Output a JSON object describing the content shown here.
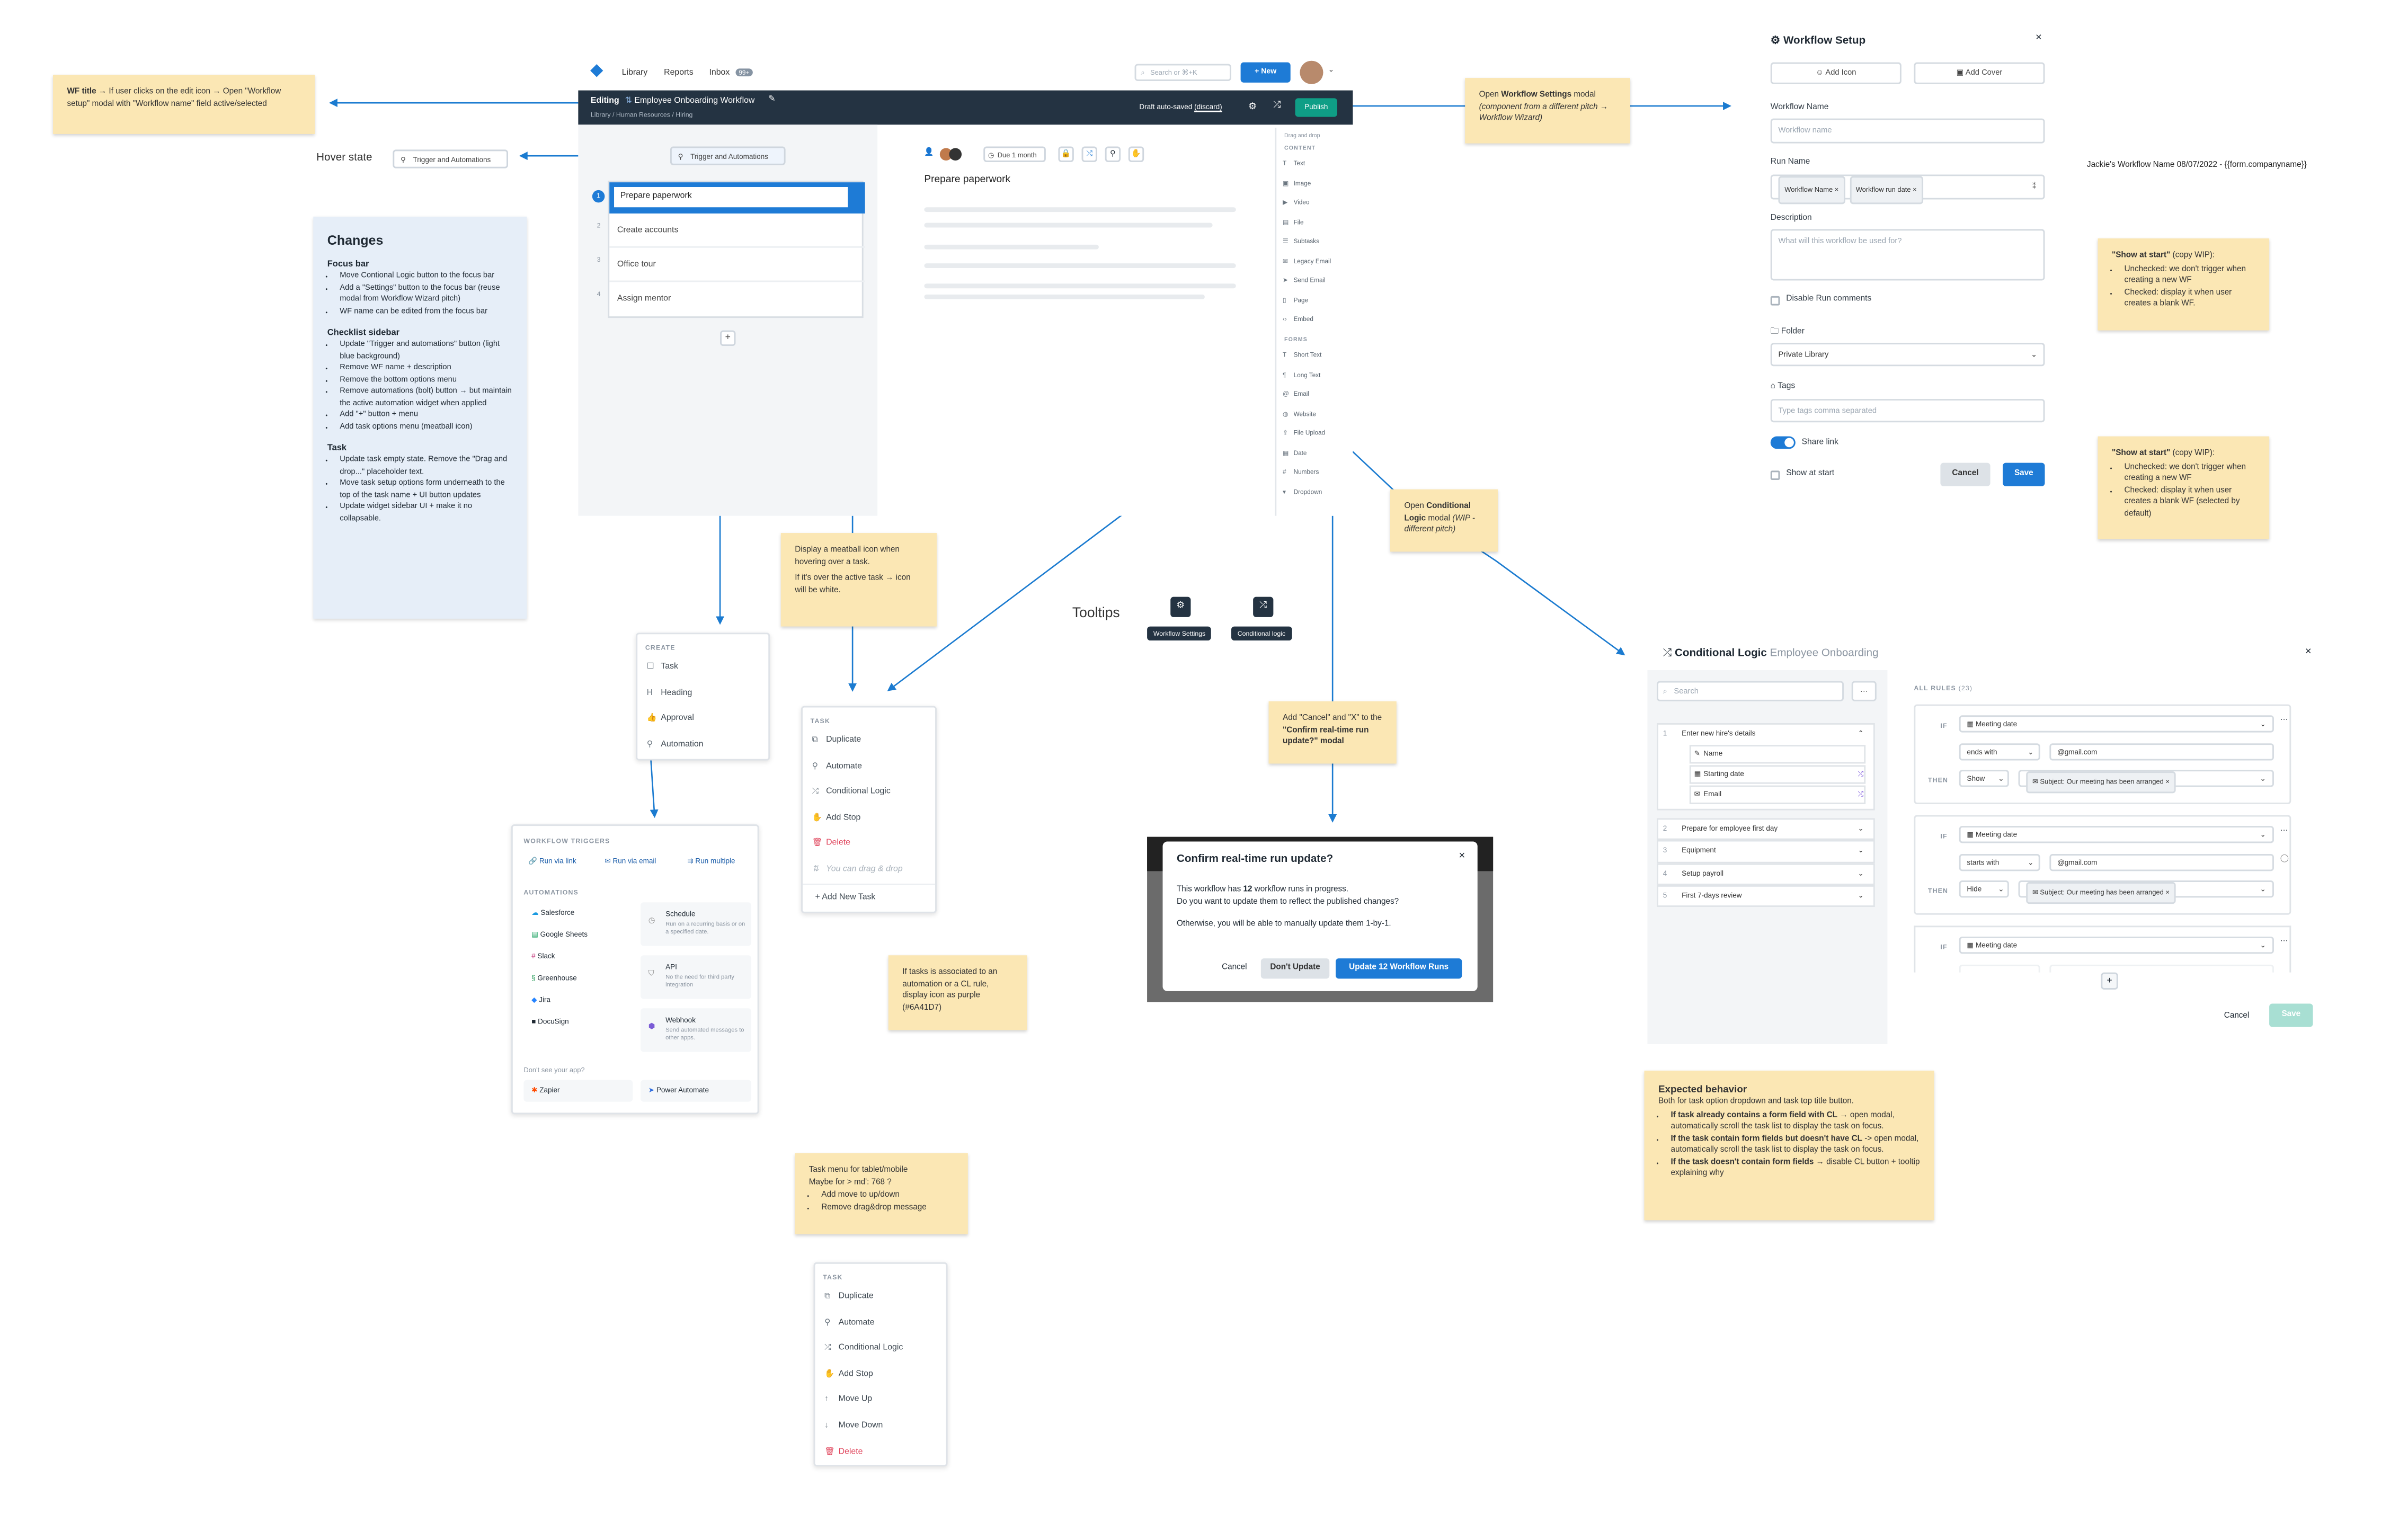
{
  "colors": {
    "accent": "#1e7bd6",
    "note": "#fbe7b4",
    "changes_bg": "#e6eef8",
    "dark_bar": "#243342",
    "publish": "#0f9e86",
    "delete": "#e0455c",
    "purple_cl": "#6A41D7"
  },
  "notes": {
    "wf_title": {
      "bold": "WF title",
      "text": " → If user clicks on the edit icon → Open \"Workflow setup\" modal with \"Workflow name\" field active/selected"
    },
    "open_settings": {
      "pre": "Open ",
      "bold": "Workflow Settings",
      "mid": " modal ",
      "ital": "(component from a different pitch → Workflow Wizard)"
    },
    "meatball": {
      "p1": "Display a meatball icon when hovering over a task.",
      "p2": "If it's over the active task → icon will be white."
    },
    "open_cl": {
      "pre": "Open ",
      "bold": "Conditional Logic",
      "mid": " modal ",
      "ital": "(WIP - different pitch)"
    },
    "cancel_x": {
      "pre": "Add \"Cancel\" and \"X\" to the ",
      "bold": "\"Confirm real-time run update?\" modal"
    },
    "purple": {
      "text": "If tasks is associated to an automation or a CL rule, display icon as purple (#6A41D7)"
    },
    "tablet": {
      "l1": "Task menu for tablet/mobile",
      "l2": "Maybe for > md': 768 ?",
      "items": [
        "Add move to up/down",
        "Remove drag&drop message"
      ]
    },
    "show_start_1": {
      "bold": "\"Show at start\"",
      "rest": " (copy WIP):",
      "items": [
        "Unchecked: we don't trigger when creating a new WF",
        "Checked: display it when user creates a blank WF."
      ]
    },
    "show_start_2": {
      "bold": "\"Show at start\"",
      "rest": " (copy WIP):",
      "items": [
        "Unchecked: we don't trigger when creating a new WF",
        "Checked: display it when user creates a blank WF (selected by default)"
      ]
    },
    "expected": {
      "title": "Expected behavior",
      "sub": "Both for task option dropdown and task top title button.",
      "items": [
        {
          "b": "If task already contains a form field with CL",
          "r": " → open modal, automatically scroll the task list to display the task on focus."
        },
        {
          "b": "If the task contain form fields but doesn't have CL",
          "r": " -> open modal, automatically scroll the task list to display the task on focus."
        },
        {
          "b": "If the task doesn't contain form fields",
          "r": " → disable CL button + tooltip explaining why"
        }
      ]
    }
  },
  "changes": {
    "title": "Changes",
    "sections": [
      {
        "h": "Focus bar",
        "items": [
          "Move Contional Logic button to the focus bar",
          "Add a \"Settings\" button to the focus bar (reuse modal from Workflow Wizard pitch)",
          "WF name can be edited from the focus bar"
        ]
      },
      {
        "h": "Checklist sidebar",
        "items": [
          "Update \"Trigger and automations\" button (light blue background)",
          "Remove WF name + description",
          "Remove the bottom options menu",
          "Remove automations (bolt) button → but maintain the active automation widget when applied",
          "Add \"+\" button + menu",
          "Add task options menu (meatball icon)"
        ]
      },
      {
        "h": "Task",
        "items": [
          "Update task empty state. Remove the \"Drag and drop...\" placeholder text.",
          "Move task setup options form underneath to the top of the task name + UI button updates",
          "Update widget sidebar UI + make it no collapsable."
        ]
      }
    ]
  },
  "hover_state": {
    "label": "Hover state",
    "button": "Trigger and Automations"
  },
  "tooltips": {
    "label": "Tooltips",
    "items": [
      "Workflow Settings",
      "Conditional logic"
    ]
  },
  "editor": {
    "nav": {
      "library": "Library",
      "reports": "Reports",
      "inbox": "Inbox",
      "inbox_count": "99+",
      "search": "Search or ⌘+K",
      "new": "+ New"
    },
    "bar": {
      "editing": "Editing",
      "title": "Employee Onboarding Workflow",
      "crumbs": [
        "Library",
        "Human Resources",
        "Hiring"
      ],
      "draft": "Draft auto-saved",
      "discard": "(discard)",
      "publish": "Publish"
    },
    "trigger_btn": "Trigger and Automations",
    "tasks": [
      {
        "n": "1",
        "name": "Prepare paperwork"
      },
      {
        "n": "2",
        "name": "Create accounts"
      },
      {
        "n": "3",
        "name": "Office tour"
      },
      {
        "n": "4",
        "name": "Assign mentor"
      }
    ],
    "task_title": "Prepare paperwork",
    "due": "Due 1 month",
    "widgets": {
      "h1": "Drag and drop",
      "content": "CONTENT",
      "content_items": [
        "Text",
        "Image",
        "Video",
        "File",
        "Subtasks",
        "Legacy Email",
        "Send Email",
        "Page",
        "Embed"
      ],
      "forms": "FORMS",
      "form_items": [
        "Short Text",
        "Long Text",
        "Email",
        "Website",
        "File Upload",
        "Date",
        "Numbers",
        "Dropdown"
      ]
    }
  },
  "create_menu": {
    "header": "CREATE",
    "items": [
      {
        "icon": "☐",
        "label": "Task"
      },
      {
        "icon": "H",
        "label": "Heading"
      },
      {
        "icon": "👍",
        "label": "Approval"
      },
      {
        "icon": "⚲",
        "label": "Automation"
      }
    ]
  },
  "task_menu": {
    "header": "TASK",
    "items": [
      {
        "icon": "⧉",
        "label": "Duplicate"
      },
      {
        "icon": "⚲",
        "label": "Automate"
      },
      {
        "icon": "⤮",
        "label": "Conditional Logic"
      },
      {
        "icon": "✋",
        "label": "Add Stop"
      },
      {
        "icon": "🗑",
        "label": "Delete"
      },
      {
        "icon": "⇅",
        "label": "You can drag & drop"
      }
    ],
    "add": "+ Add New Task"
  },
  "task_menu_mobile": {
    "header": "TASK",
    "items": [
      {
        "icon": "⧉",
        "label": "Duplicate"
      },
      {
        "icon": "⚲",
        "label": "Automate"
      },
      {
        "icon": "⤮",
        "label": "Conditional Logic"
      },
      {
        "icon": "✋",
        "label": "Add Stop"
      },
      {
        "icon": "↑",
        "label": "Move Up"
      },
      {
        "icon": "↓",
        "label": "Move Down"
      },
      {
        "icon": "🗑",
        "label": "Delete"
      }
    ]
  },
  "triggers": {
    "header": "WORKFLOW TRIGGERS",
    "run": [
      "Run via link",
      "Run via email",
      "Run multiple"
    ],
    "auto_header": "AUTOMATIONS",
    "apps": [
      "Salesforce",
      "Google Sheets",
      "Slack",
      "Greenhouse",
      "Jira",
      "DocuSign"
    ],
    "cards": [
      {
        "t": "Schedule",
        "d": "Run on a recurring basis or on a specified date."
      },
      {
        "t": "API",
        "d": "No the need for third party integration"
      },
      {
        "t": "Webhook",
        "d": "Send automated messages to other apps."
      }
    ],
    "see": "Don't see your app?",
    "zapier": "Zapier",
    "power": "Power Automate"
  },
  "setup": {
    "title": "Workflow Setup",
    "add_icon": "Add Icon",
    "add_cover": "Add Cover",
    "wf_name": "Workflow Name",
    "wf_name_ph": "Workflow name",
    "run_name": "Run Name",
    "chips": [
      "Workflow Name",
      "Workflow run date"
    ],
    "desc": "Description",
    "desc_ph": "What will this workflow be used for?",
    "disable": "Disable Run comments",
    "folder": "Folder",
    "folder_val": "Private Library",
    "tags": "Tags",
    "tags_ph": "Type tags comma separated",
    "share": "Share link",
    "show": "Show at start",
    "cancel": "Cancel",
    "save": "Save",
    "example": "Jackie's Workflow Name 08/07/2022 - {{form.companyname}}"
  },
  "confirm": {
    "title": "Confirm real-time run update?",
    "l1a": "This workflow has ",
    "l1b": "12",
    "l1c": " workflow runs in progress.",
    "l2": "Do you want to update them to reflect the published changes?",
    "l3": "Otherwise, you will be able to manually update them 1-by-1.",
    "cancel": "Cancel",
    "dont": "Don't Update",
    "update": "Update 12 Workflow Runs"
  },
  "cl": {
    "title": "Conditional Logic",
    "sub": "Employee Onboarding",
    "search": "Search",
    "all_rules": "ALL RULES",
    "count": "(23)",
    "tasks": [
      {
        "n": "1",
        "name": "Enter new hire's details"
      },
      {
        "n": "2",
        "name": "Prepare for employee first day"
      },
      {
        "n": "3",
        "name": "Equipment"
      },
      {
        "n": "4",
        "name": "Setup payroll"
      },
      {
        "n": "5",
        "name": "First 7-days review"
      }
    ],
    "fields": [
      "Name",
      "Starting date",
      "Email"
    ],
    "rules": [
      {
        "if": "Meeting date",
        "op": "ends with",
        "val": "@gmail.com",
        "act": "Show",
        "subj": "Subject: Our meeting has been arranged"
      },
      {
        "if": "Meeting date",
        "op": "starts with",
        "val": "@gmail.com",
        "act": "Hide",
        "subj": "Subject: Our meeting has been arranged"
      },
      {
        "if": "Meeting date",
        "op": "",
        "val": ""
      }
    ],
    "if": "IF",
    "then": "THEN",
    "cancel": "Cancel",
    "save": "Save"
  }
}
